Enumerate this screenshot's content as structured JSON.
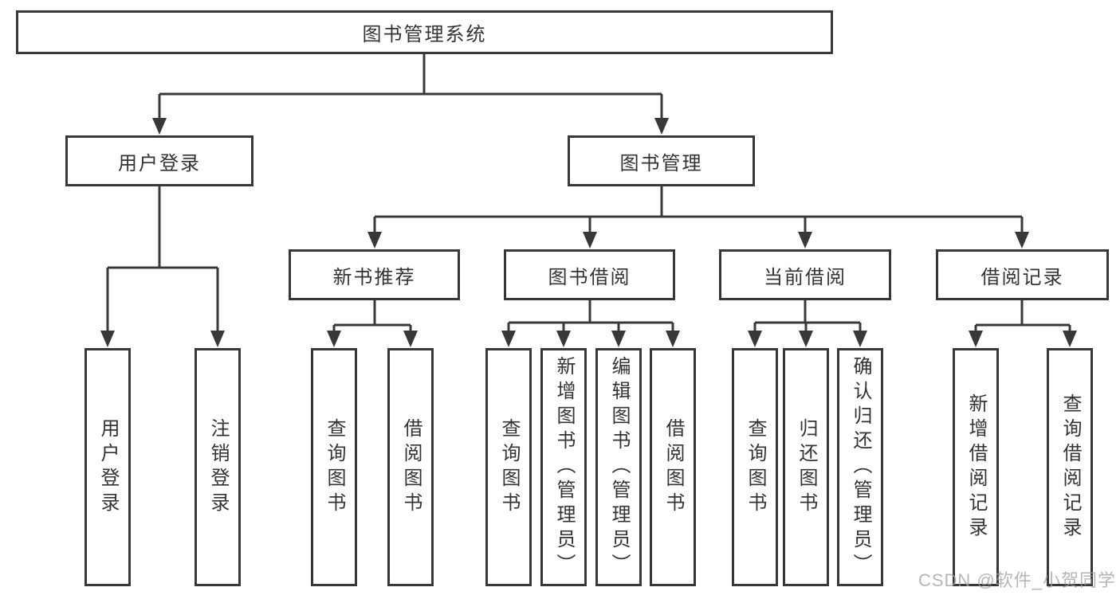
{
  "tree": {
    "label": "图书管理系统",
    "children": [
      {
        "label": "用户登录",
        "children": [
          {
            "label": "用户登录"
          },
          {
            "label": "注销登录"
          }
        ]
      },
      {
        "label": "图书管理",
        "children": [
          {
            "label": "新书推荐",
            "children": [
              {
                "label": "查询图书"
              },
              {
                "label": "借阅图书"
              }
            ]
          },
          {
            "label": "图书借阅",
            "children": [
              {
                "label": "查询图书"
              },
              {
                "label": "新增图书（管理员）"
              },
              {
                "label": "编辑图书（管理员）"
              },
              {
                "label": "借阅图书"
              }
            ]
          },
          {
            "label": "当前借阅",
            "children": [
              {
                "label": "查询图书"
              },
              {
                "label": "归还图书"
              },
              {
                "label": "确认归还（管理员）"
              }
            ]
          },
          {
            "label": "借阅记录",
            "children": [
              {
                "label": "新增借阅记录"
              },
              {
                "label": "查询借阅记录"
              }
            ]
          }
        ]
      }
    ]
  },
  "watermark": {
    "text": "CSDN @软件_小贺同学"
  },
  "colors": {
    "line": "#383838",
    "text": "#333333",
    "watermark": "#9e9e9e",
    "background": "#ffffff"
  }
}
